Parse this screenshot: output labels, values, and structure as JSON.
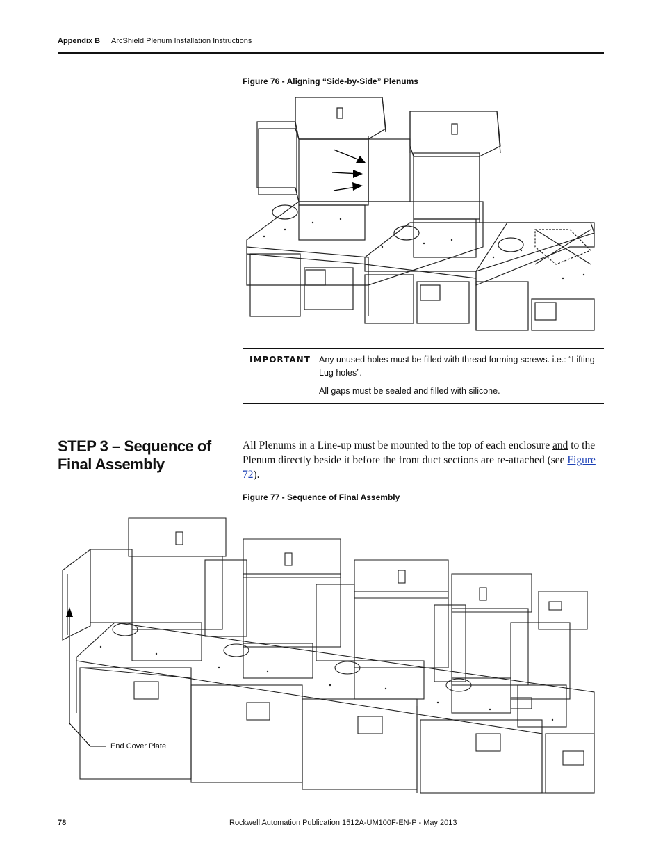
{
  "header": {
    "appendix": "Appendix B",
    "title": "ArcShield Plenum Installation Instructions"
  },
  "figure76": {
    "caption": "Figure 76 - Aligning “Side-by-Side” Plenums"
  },
  "important": {
    "label": "IMPORTANT",
    "line1": "Any unused holes must be filled with thread forming screws. i.e.: “Lifting Lug holes”.",
    "line2": "All gaps must be sealed and filled with silicone."
  },
  "step3": {
    "heading": "STEP 3 – Sequence of Final Assembly",
    "text_before": "All Plenums in a Line-up must be mounted to the top of each enclosure ",
    "text_underlined": "and",
    "text_middle": " to the Plenum directly beside it before the front duct sections are re-attached (see ",
    "link_text": "Figure 72",
    "text_after": ")."
  },
  "figure77": {
    "caption": "Figure 77 - Sequence of Final Assembly",
    "callout": "End Cover Plate"
  },
  "footer": {
    "page_number": "78",
    "publication": "Rockwell Automation Publication 1512A-UM100F-EN-P - May 2013"
  }
}
